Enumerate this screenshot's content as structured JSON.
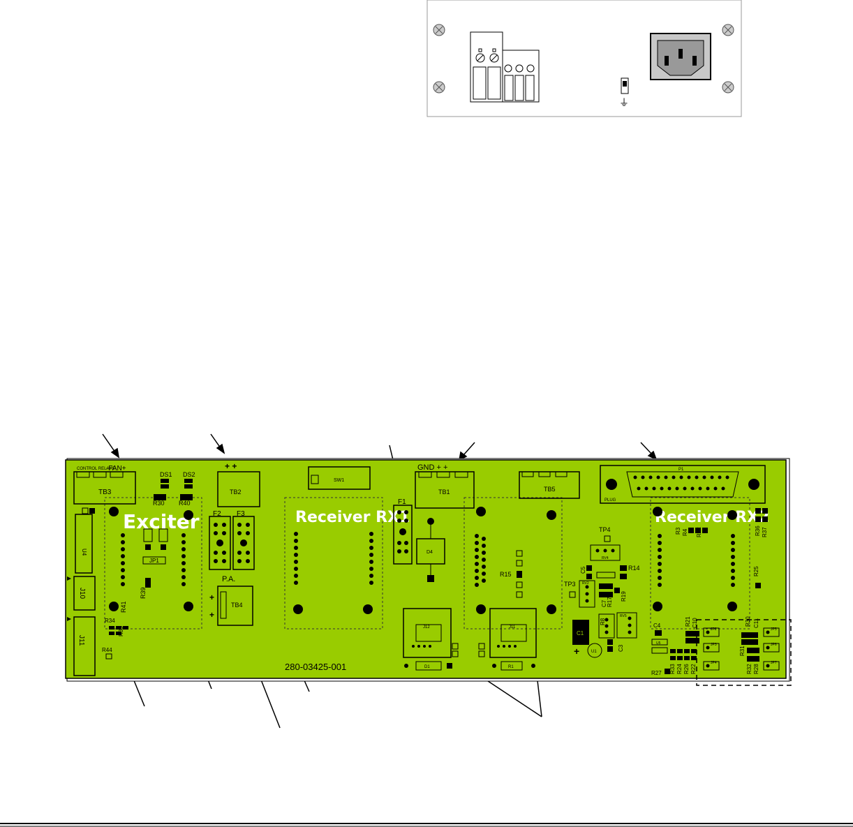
{
  "rear_panel": {
    "ground_symbol": "⏚"
  },
  "board": {
    "part_number": "280-03425-001",
    "region_titles": {
      "exciter": "Exciter",
      "rx1": "Receiver RX1",
      "rx2": "Receiver RX2"
    },
    "labels": {
      "fan_header": "-FAN+",
      "control_small": "CONTROL RELAYS",
      "tb3": "TB3",
      "tb2": "TB2",
      "tb2_polarity": "+   +",
      "tb4": "TB4",
      "tb4_plus_top": "+",
      "tb4_plus_bottom": "+",
      "tb1": "TB1",
      "tb1_header": "GND  +   +",
      "tb5": "TB5",
      "sw1": "SW1",
      "p1": "P1",
      "p1_plug": "PLUG",
      "ds1": "DS1",
      "ds2": "DS2",
      "r30": "R30",
      "r40": "R40",
      "jp1": "JP1",
      "r39": "R39",
      "r41": "R41",
      "u4": "U4",
      "j10": "J10",
      "j11": "J11",
      "r34": "R34",
      "r35": "R35",
      "r44": "R44",
      "f1": "F1",
      "f2": "F2",
      "f3": "F3",
      "pa": "P.A.",
      "d4": "D4",
      "r15": "R15",
      "j12": "J12",
      "j11b": "J11",
      "d1": "D1",
      "r1": "R1",
      "tp3": "TP3",
      "tp4": "TP4",
      "rv4": "RV4",
      "r14": "R14",
      "c5": "C5",
      "r8": "R8",
      "c7": "C7",
      "r17": "R17",
      "r19": "R19",
      "c1": "C1",
      "u1": "U1",
      "c3": "C3",
      "rv2": "RV2",
      "rv5": "RV5",
      "c4": "C4",
      "u5": "U5",
      "r27": "R27",
      "r33": "R33",
      "r24": "R24",
      "r26": "R26",
      "r22": "R22",
      "r21": "R21",
      "c10": "C10",
      "jp2": "JP2",
      "jp3": "JP3",
      "jp4": "JP4",
      "r30b": "R30",
      "c11": "C11",
      "jp5": "JP5",
      "r31": "R31",
      "r32": "R32",
      "r28": "R28",
      "jp6": "JP6",
      "jp7": "JP7",
      "r36": "R36",
      "r37": "R37",
      "r25": "R25",
      "r3": "R3",
      "r4": "R4",
      "r42": "R42"
    }
  },
  "colors": {
    "board_green": "#99cc00",
    "panel_gray": "#999999"
  }
}
